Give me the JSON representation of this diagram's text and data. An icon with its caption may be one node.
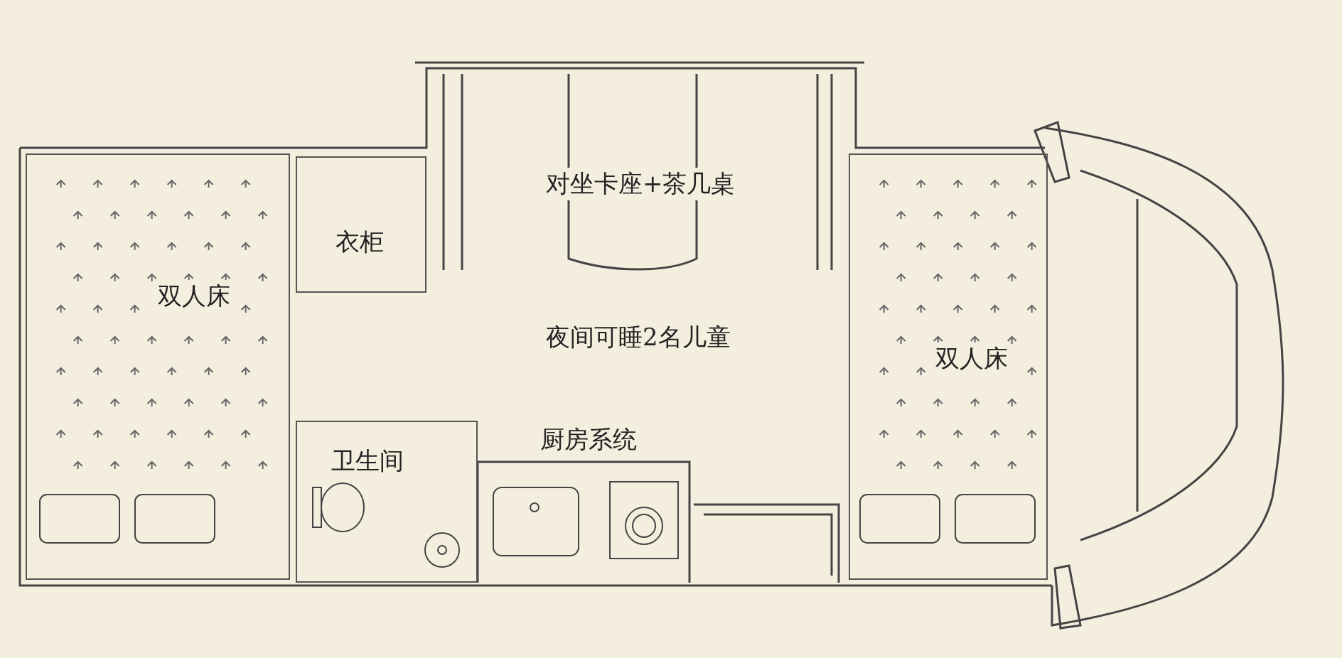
{
  "diagram": {
    "nodes": [
      {
        "text": [
          "双人床"
        ]
      },
      {
        "text": [
          "衣柜"
        ]
      },
      {
        "text": [
          "对坐卡座+茶几桌"
        ]
      },
      {
        "text": [
          "双人床"
        ]
      },
      {
        "text": [
          "卫生间"
        ]
      },
      {
        "text": [
          "厨房系统"
        ]
      }
    ],
    "labels": [
      "夜间可睡2名儿童"
    ]
  }
}
